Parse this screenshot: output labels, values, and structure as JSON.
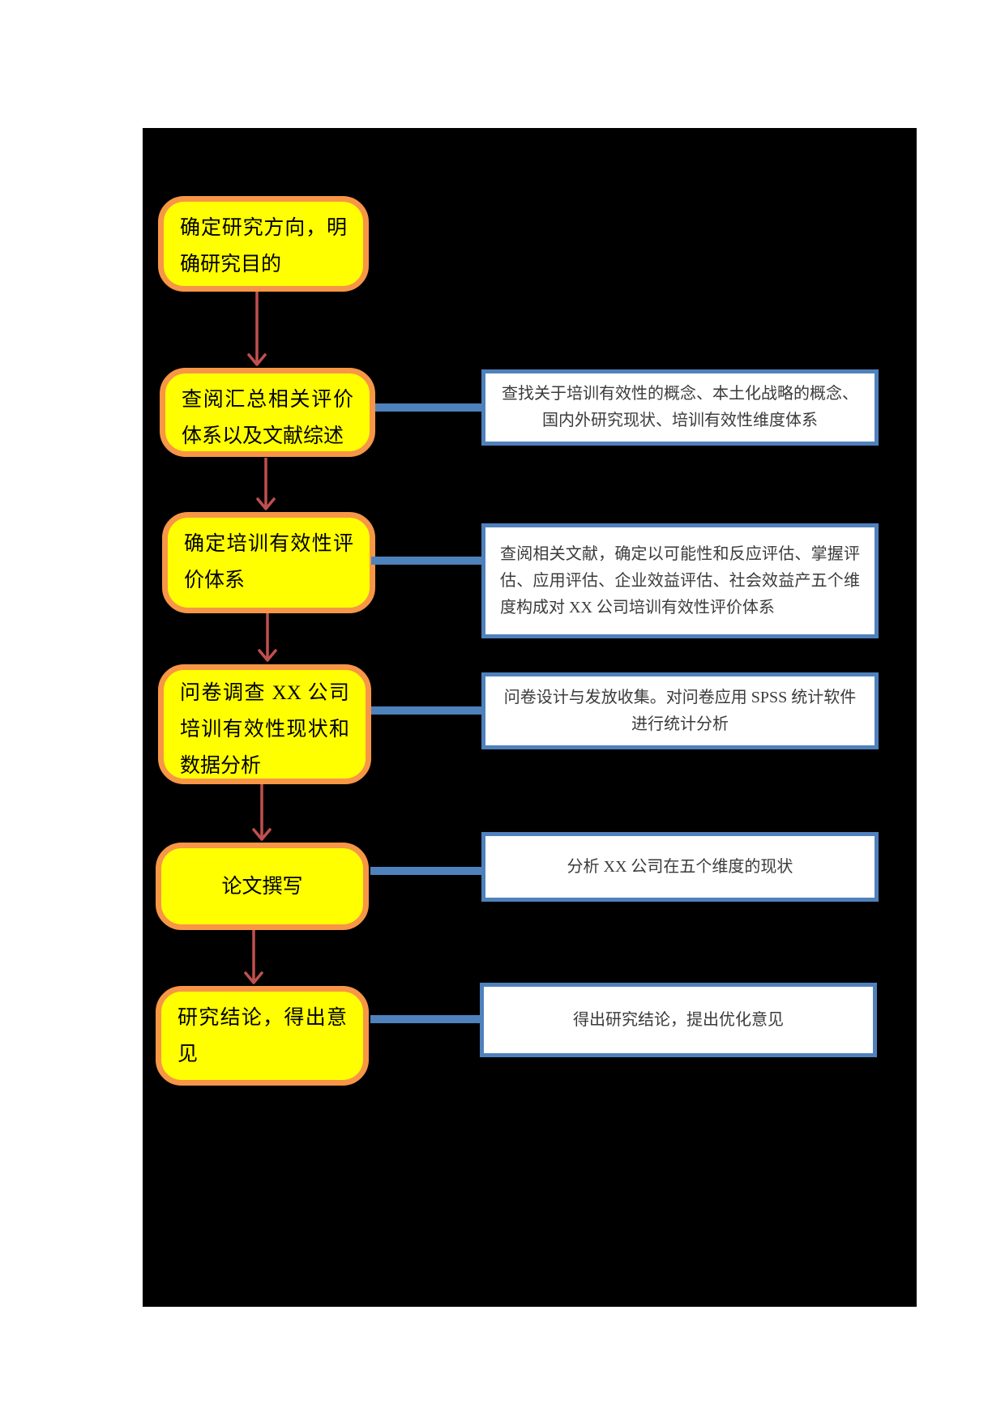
{
  "page": {
    "background_color": "#FFFFFF",
    "canvas_background_color": "#000000"
  },
  "diagram": {
    "type": "flowchart",
    "direction": "top-down",
    "colors": {
      "step_fill": "#FFFF00",
      "step_border": "#F79646",
      "step_text": "#000000",
      "note_fill": "#FFFFFF",
      "note_border": "#4F81BD",
      "note_text": "#3B3B3B",
      "connector_blue": "#4F81BD",
      "arrow_red": "#C0504D"
    },
    "steps": [
      {
        "id": 1,
        "label": "确定研究方向，明确研究目的"
      },
      {
        "id": 2,
        "label": "查阅汇总相关评价体系以及文献综述"
      },
      {
        "id": 3,
        "label": "确定培训有效性评价体系"
      },
      {
        "id": 4,
        "label": "问卷调查 XX 公司培训有效性现状和数据分析"
      },
      {
        "id": 5,
        "label": "论文撰写"
      },
      {
        "id": 6,
        "label": "研究结论，得出意见"
      }
    ],
    "notes": [
      {
        "for_step": 2,
        "text": "查找关于培训有效性的概念、本土化战略的概念、国内外研究现状、培训有效性维度体系"
      },
      {
        "for_step": 3,
        "text": "查阅相关文献，确定以可能性和反应评估、掌握评估、应用评估、企业效益评估、社会效益产五个维度构成对 XX 公司培训有效性评价体系"
      },
      {
        "for_step": 4,
        "text": "问卷设计与发放收集。对问卷应用 SPSS 统计软件进行统计分析"
      },
      {
        "for_step": 5,
        "text": "分析 XX 公司在五个维度的现状"
      },
      {
        "for_step": 6,
        "text": "得出研究结论，提出优化意见"
      }
    ]
  }
}
